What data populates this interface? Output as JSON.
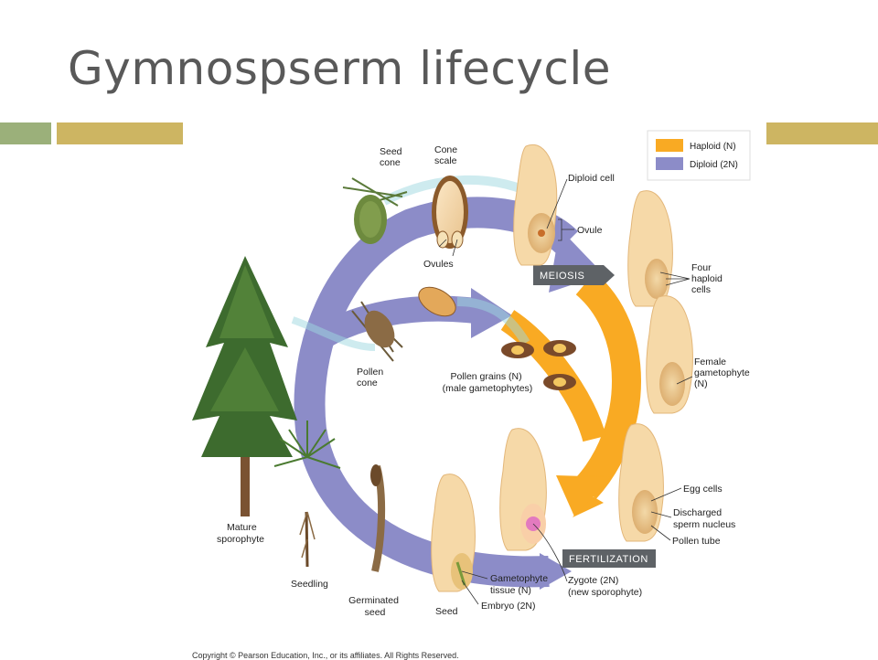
{
  "slide": {
    "title": "Gymnospserm lifecycle"
  },
  "colors": {
    "haploid": "#F9AA23",
    "diploid": "#8C8CC8",
    "bar_green": "#9BB07A",
    "bar_gold": "#CDB562"
  },
  "legend": {
    "haploid": "Haploid (N)",
    "diploid": "Diploid (2N)"
  },
  "stages": {
    "meiosis": "MEIOSIS",
    "fertilization": "FERTILIZATION"
  },
  "labels": {
    "seed_cone": [
      "Seed",
      "cone"
    ],
    "cone_scale": [
      "Cone",
      "scale"
    ],
    "ovules": "Ovules",
    "diploid_cell": "Diploid cell",
    "ovule": "Ovule",
    "four_haploid": [
      "Four",
      "haploid",
      "cells"
    ],
    "female_gametophyte": [
      "Female",
      "gametophyte",
      "(N)"
    ],
    "pollen_cone": [
      "Pollen",
      "cone"
    ],
    "pollen_grains": [
      "Pollen grains (N)",
      "(male gametophytes)"
    ],
    "egg_cells": "Egg cells",
    "discharged_sperm": [
      "Discharged",
      "sperm nucleus"
    ],
    "pollen_tube": "Pollen tube",
    "mature_sporophyte": [
      "Mature",
      "sporophyte"
    ],
    "seedling": "Seedling",
    "germinated_seed": [
      "Germinated",
      "seed"
    ],
    "seed": "Seed",
    "gametophyte_tissue": [
      "Gametophyte",
      "tissue (N)"
    ],
    "embryo": "Embryo (2N)",
    "zygote": [
      "Zygote (2N)",
      "(new sporophyte)"
    ]
  },
  "copyright": "Copyright © Pearson Education, Inc., or its affiliates. All Rights Reserved."
}
